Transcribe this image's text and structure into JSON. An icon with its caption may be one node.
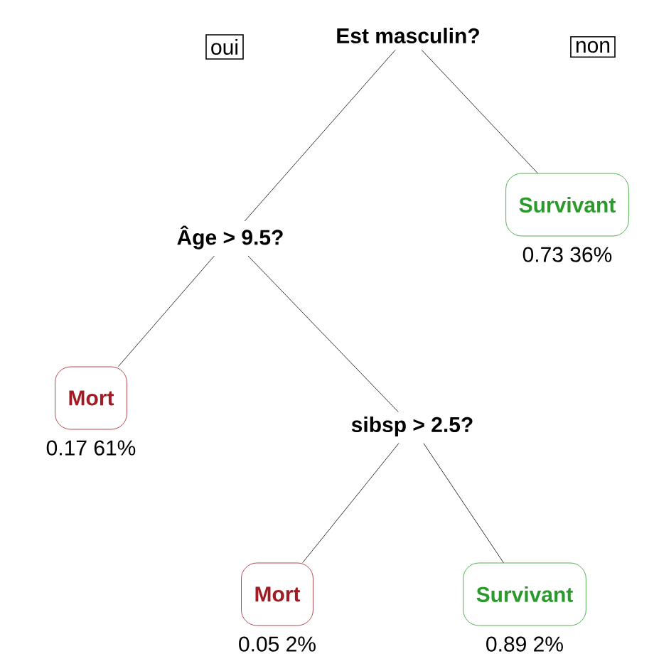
{
  "diagram": {
    "nodes": [
      {
        "text": [
          "oui"
        ]
      },
      {
        "text": [
          "Est masculin?"
        ]
      },
      {
        "text": [
          "non"
        ]
      },
      {
        "text": [
          "Âge > 9.5?"
        ]
      },
      {
        "text": [
          "Survivant"
        ],
        "beside": [
          "0.73  36%"
        ]
      },
      {
        "text": [
          "Mort"
        ],
        "beside": [
          "0.17  61%"
        ]
      },
      {
        "text": [
          "sibsp > 2.5?"
        ]
      },
      {
        "text": [
          "Mort"
        ],
        "beside": [
          "0.05  2%"
        ]
      },
      {
        "text": [
          "Survivant"
        ],
        "beside": [
          "0.89  2%"
        ]
      }
    ],
    "edges": [
      {
        "from": 1,
        "to": 3,
        "arrow": "none"
      },
      {
        "from": 1,
        "to": 4,
        "arrow": "none"
      },
      {
        "from": 3,
        "to": 5,
        "arrow": "none"
      },
      {
        "from": 3,
        "to": 6,
        "arrow": "none"
      },
      {
        "from": 6,
        "to": 7,
        "arrow": "none"
      },
      {
        "from": 6,
        "to": 8,
        "arrow": "none"
      }
    ]
  }
}
